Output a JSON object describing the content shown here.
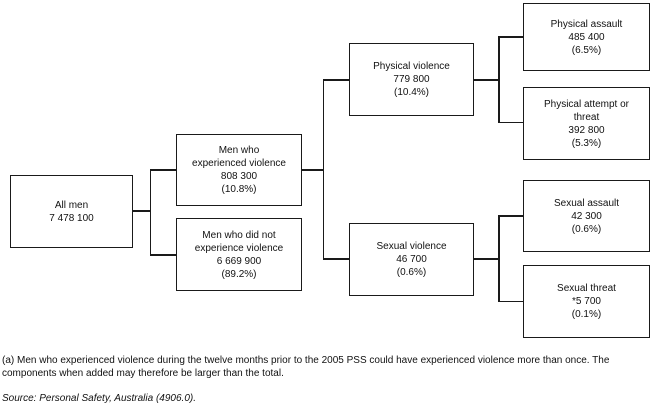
{
  "diagram": {
    "title_hidden": "",
    "nodes": {
      "all_men": {
        "name": "All men",
        "value": "7 478 100",
        "lines": [
          "All men",
          "7 478 100"
        ]
      },
      "experienced": {
        "name": "Men who experienced violence",
        "value": "808 300",
        "percent": "(10.8%)",
        "lines": [
          "Men who",
          "experienced violence",
          "808 300",
          "(10.8%)"
        ]
      },
      "not_experienced": {
        "name": "Men who did not experience violence",
        "value": "6 669 900",
        "percent": "(89.2%)",
        "lines": [
          "Men who did not",
          "experience violence",
          "6 669 900",
          "(89.2%)"
        ]
      },
      "physical_violence": {
        "name": "Physical violence",
        "value": "779 800",
        "percent": "(10.4%)",
        "lines": [
          "Physical violence",
          "779 800",
          "(10.4%)"
        ]
      },
      "sexual_violence": {
        "name": "Sexual violence",
        "value": "46 700",
        "percent": "(0.6%)",
        "lines": [
          "Sexual violence",
          "46 700",
          "(0.6%)"
        ]
      },
      "physical_assault": {
        "name": "Physical assault",
        "value": "485 400",
        "percent": "(6.5%)",
        "lines": [
          "Physical assault",
          "485 400",
          "(6.5%)"
        ]
      },
      "physical_attempt": {
        "name": "Physical attempt or threat",
        "value": "392 800",
        "percent": "(5.3%)",
        "lines": [
          "Physical attempt or",
          "threat",
          "392 800",
          "(5.3%)"
        ]
      },
      "sexual_assault": {
        "name": "Sexual assault",
        "value": "42 300",
        "percent": "(0.6%)",
        "lines": [
          "Sexual assault",
          "42 300",
          "(0.6%)"
        ]
      },
      "sexual_threat": {
        "name": "Sexual threat",
        "value": "*5 700",
        "percent": "(0.1%)",
        "lines": [
          "Sexual threat",
          "*5 700",
          "(0.1%)"
        ]
      }
    }
  },
  "footnotes": {
    "note_a": "(a) Men who experienced violence during the twelve months prior to the 2005 PSS could have experienced violence more than once. The components when added may therefore be larger than the total.",
    "source": "Source: Personal Safety, Australia (4906.0)."
  },
  "colors": {
    "line": "#1a1a1a",
    "text": "#111111",
    "background": "#ffffff"
  }
}
